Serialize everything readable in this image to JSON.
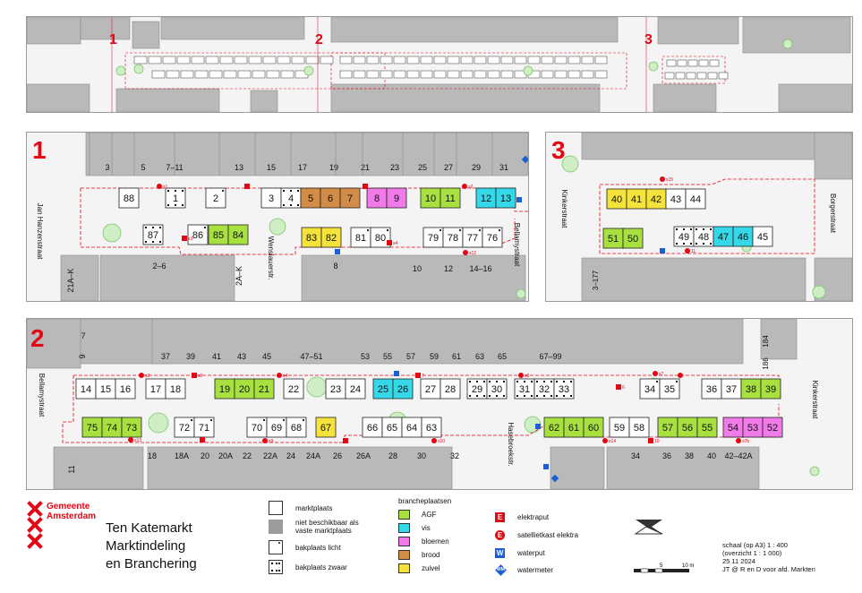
{
  "panels": {
    "overview": {
      "labels": [
        "1",
        "2",
        "3"
      ]
    },
    "panel1": {
      "label": "1",
      "houses_top": [
        "3",
        "5",
        "7–11",
        "13",
        "15",
        "17",
        "19",
        "21",
        "23",
        "25",
        "27",
        "29",
        "31"
      ],
      "houses_bottom": [
        "2–6",
        "8",
        "10",
        "12",
        "14–16"
      ],
      "side_left_a": "21A–K",
      "side_left_b": "2A–K",
      "streets": [
        "Jan Hanzenstraat",
        "Wenslauerstr.",
        "Bellamystraat"
      ],
      "electric": [
        "s1",
        "s2",
        "s3",
        "s12",
        "s4"
      ]
    },
    "panel3": {
      "label": "3",
      "streets": [
        "Kinkerstraat",
        "Borgerstraat"
      ],
      "houses_bottom": [
        "3–177"
      ],
      "electric": [
        "s15",
        "11"
      ]
    },
    "panel2": {
      "label": "2",
      "houses_top": [
        "7",
        "9",
        "37",
        "39",
        "41",
        "43",
        "45",
        "47–51",
        "53",
        "55",
        "57",
        "59",
        "61",
        "63",
        "65",
        "67–99",
        "184",
        "186"
      ],
      "houses_bottom": [
        "11",
        "18",
        "18A",
        "20",
        "20A",
        "22",
        "22A",
        "24",
        "24A",
        "26",
        "26A",
        "28",
        "30",
        "32",
        "34",
        "36",
        "38",
        "40",
        "42–42A"
      ],
      "streets": [
        "Bellamystraat",
        "Hasebroekstr.",
        "Kinkerstraat"
      ],
      "electric": [
        "s3",
        "s5",
        "s4",
        "s6",
        "7",
        "s7",
        "9",
        "s8",
        "6",
        "s9",
        "s13",
        "s10",
        "s11",
        "s14",
        "10",
        "s7b"
      ]
    }
  },
  "stalls": {
    "p1": [
      {
        "n": "88",
        "t": "plain"
      },
      {
        "n": "1",
        "t": "heavy"
      },
      {
        "n": "2",
        "t": "light"
      },
      {
        "n": "3",
        "t": "plain"
      },
      {
        "n": "4",
        "t": "heavy"
      },
      {
        "n": "5",
        "t": "brood"
      },
      {
        "n": "6",
        "t": "brood"
      },
      {
        "n": "7",
        "t": "brood"
      },
      {
        "n": "8",
        "t": "bloemen"
      },
      {
        "n": "9",
        "t": "bloemen"
      },
      {
        "n": "10",
        "t": "agf"
      },
      {
        "n": "11",
        "t": "agf"
      },
      {
        "n": "12",
        "t": "vis"
      },
      {
        "n": "13",
        "t": "vis"
      },
      {
        "n": "87",
        "t": "heavy"
      },
      {
        "n": "86",
        "t": "light"
      },
      {
        "n": "85",
        "t": "agf"
      },
      {
        "n": "84",
        "t": "agf"
      },
      {
        "n": "83",
        "t": "zuivel"
      },
      {
        "n": "82",
        "t": "zuivel"
      },
      {
        "n": "81",
        "t": "light"
      },
      {
        "n": "80",
        "t": "light"
      },
      {
        "n": "79",
        "t": "light"
      },
      {
        "n": "78",
        "t": "light"
      },
      {
        "n": "77",
        "t": "light"
      },
      {
        "n": "76",
        "t": "light"
      }
    ],
    "p3": [
      {
        "n": "40",
        "t": "zuivel"
      },
      {
        "n": "41",
        "t": "zuivel"
      },
      {
        "n": "42",
        "t": "zuivel"
      },
      {
        "n": "43",
        "t": "plain"
      },
      {
        "n": "44",
        "t": "plain"
      },
      {
        "n": "51",
        "t": "agf"
      },
      {
        "n": "50",
        "t": "agf"
      },
      {
        "n": "49",
        "t": "heavy"
      },
      {
        "n": "48",
        "t": "heavy"
      },
      {
        "n": "47",
        "t": "vis"
      },
      {
        "n": "46",
        "t": "vis"
      },
      {
        "n": "45",
        "t": "plain"
      }
    ],
    "p2": [
      {
        "n": "14",
        "t": "plain"
      },
      {
        "n": "15",
        "t": "plain"
      },
      {
        "n": "16",
        "t": "plain"
      },
      {
        "n": "17",
        "t": "plain"
      },
      {
        "n": "18",
        "t": "plain"
      },
      {
        "n": "19",
        "t": "agf"
      },
      {
        "n": "20",
        "t": "agf"
      },
      {
        "n": "21",
        "t": "agf"
      },
      {
        "n": "22",
        "t": "plain"
      },
      {
        "n": "23",
        "t": "plain"
      },
      {
        "n": "24",
        "t": "plain"
      },
      {
        "n": "25",
        "t": "vis"
      },
      {
        "n": "26",
        "t": "vis"
      },
      {
        "n": "27",
        "t": "plain"
      },
      {
        "n": "28",
        "t": "plain"
      },
      {
        "n": "29",
        "t": "heavy"
      },
      {
        "n": "30",
        "t": "heavy"
      },
      {
        "n": "31",
        "t": "heavy"
      },
      {
        "n": "32",
        "t": "heavy"
      },
      {
        "n": "33",
        "t": "heavy"
      },
      {
        "n": "34",
        "t": "light"
      },
      {
        "n": "35",
        "t": "light"
      },
      {
        "n": "36",
        "t": "plain"
      },
      {
        "n": "37",
        "t": "plain"
      },
      {
        "n": "38",
        "t": "agf"
      },
      {
        "n": "39",
        "t": "agf"
      },
      {
        "n": "75",
        "t": "agf"
      },
      {
        "n": "74",
        "t": "agf"
      },
      {
        "n": "73",
        "t": "agf"
      },
      {
        "n": "72",
        "t": "light"
      },
      {
        "n": "71",
        "t": "light"
      },
      {
        "n": "70",
        "t": "light"
      },
      {
        "n": "69",
        "t": "light"
      },
      {
        "n": "68",
        "t": "light"
      },
      {
        "n": "67",
        "t": "zuivel"
      },
      {
        "n": "66",
        "t": "plain"
      },
      {
        "n": "65",
        "t": "plain"
      },
      {
        "n": "64",
        "t": "plain"
      },
      {
        "n": "63",
        "t": "plain"
      },
      {
        "n": "62",
        "t": "agf"
      },
      {
        "n": "61",
        "t": "agf"
      },
      {
        "n": "60",
        "t": "agf"
      },
      {
        "n": "59",
        "t": "plain"
      },
      {
        "n": "58",
        "t": "plain"
      },
      {
        "n": "57",
        "t": "agf"
      },
      {
        "n": "56",
        "t": "agf"
      },
      {
        "n": "55",
        "t": "agf"
      },
      {
        "n": "54",
        "t": "bloemen"
      },
      {
        "n": "53",
        "t": "bloemen"
      },
      {
        "n": "52",
        "t": "bloemen"
      }
    ]
  },
  "colors": {
    "agf": "#a8e040",
    "vis": "#35d8e8",
    "bloemen": "#f07ae8",
    "brood": "#d18c48",
    "zuivel": "#f5e23a",
    "plain": "#ffffff",
    "building": "#b9b9b9",
    "red": "#e30613",
    "blue": "#1a5fd6"
  },
  "legend": {
    "stall_types": [
      {
        "key": "plain",
        "label": "marktplaats"
      },
      {
        "key": "fixed",
        "label": "niet beschikbaar als vaste marktplaats"
      },
      {
        "key": "light",
        "label": "bakplaats licht"
      },
      {
        "key": "heavy",
        "label": "bakplaats zwaar"
      }
    ],
    "branche_title": "brancheplaatsen",
    "branches": [
      {
        "key": "agf",
        "label": "AGF"
      },
      {
        "key": "vis",
        "label": "vis"
      },
      {
        "key": "bloemen",
        "label": "bloemen"
      },
      {
        "key": "brood",
        "label": "brood"
      },
      {
        "key": "zuivel",
        "label": "zuivel"
      }
    ],
    "utilities": [
      {
        "icon": "E",
        "shape": "square",
        "label": "elektraput"
      },
      {
        "icon": "E",
        "shape": "circle",
        "label": "satellietkast elektra"
      },
      {
        "icon": "W",
        "shape": "square-blue",
        "label": "waterput"
      },
      {
        "icon": "WM",
        "shape": "diamond-blue",
        "label": "watermeter"
      }
    ]
  },
  "logo": {
    "line1": "Gemeente",
    "line2": "Amsterdam"
  },
  "title": {
    "line1": "Ten Katemarkt",
    "line2": "Marktindeling",
    "line3": "en Branchering"
  },
  "scale": {
    "line1": "schaal (op A3) 1 : 400",
    "line2": "(overzicht 1 : 1 000)",
    "line3": "25 11 2024",
    "line4": "JT @ R en D  voor afd. Markten",
    "bar_labels": [
      "0",
      "5",
      "10 m"
    ]
  }
}
